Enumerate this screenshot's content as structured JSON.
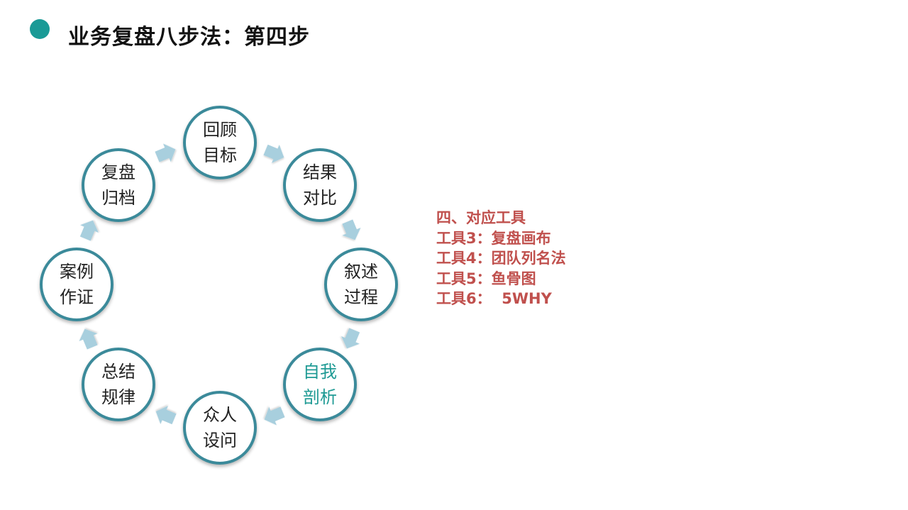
{
  "header": {
    "title": "业务复盘八步法：第四步"
  },
  "colors": {
    "accent_dot": "#1a9a96",
    "node_border": "#3b8a9a",
    "arrow": "#a8cfde",
    "highlight_text": "#1e9a94",
    "tools_text": "#c0504d"
  },
  "diagram": {
    "steps": [
      {
        "line1": "回顾",
        "line2": "目标"
      },
      {
        "line1": "结果",
        "line2": "对比"
      },
      {
        "line1": "叙述",
        "line2": "过程"
      },
      {
        "line1": "自我",
        "line2": "剖析"
      },
      {
        "line1": "众人",
        "line2": "设问"
      },
      {
        "line1": "总结",
        "line2": "规律"
      },
      {
        "line1": "案例",
        "line2": "作证"
      },
      {
        "line1": "复盘",
        "line2": "归档"
      }
    ],
    "highlighted_step_index": 3
  },
  "tools": {
    "heading": "四、对应工具",
    "items": [
      "工具3：复盘画布",
      "工具4：团队列名法",
      "工具5：鱼骨图",
      "工具6：  5WHY"
    ]
  }
}
